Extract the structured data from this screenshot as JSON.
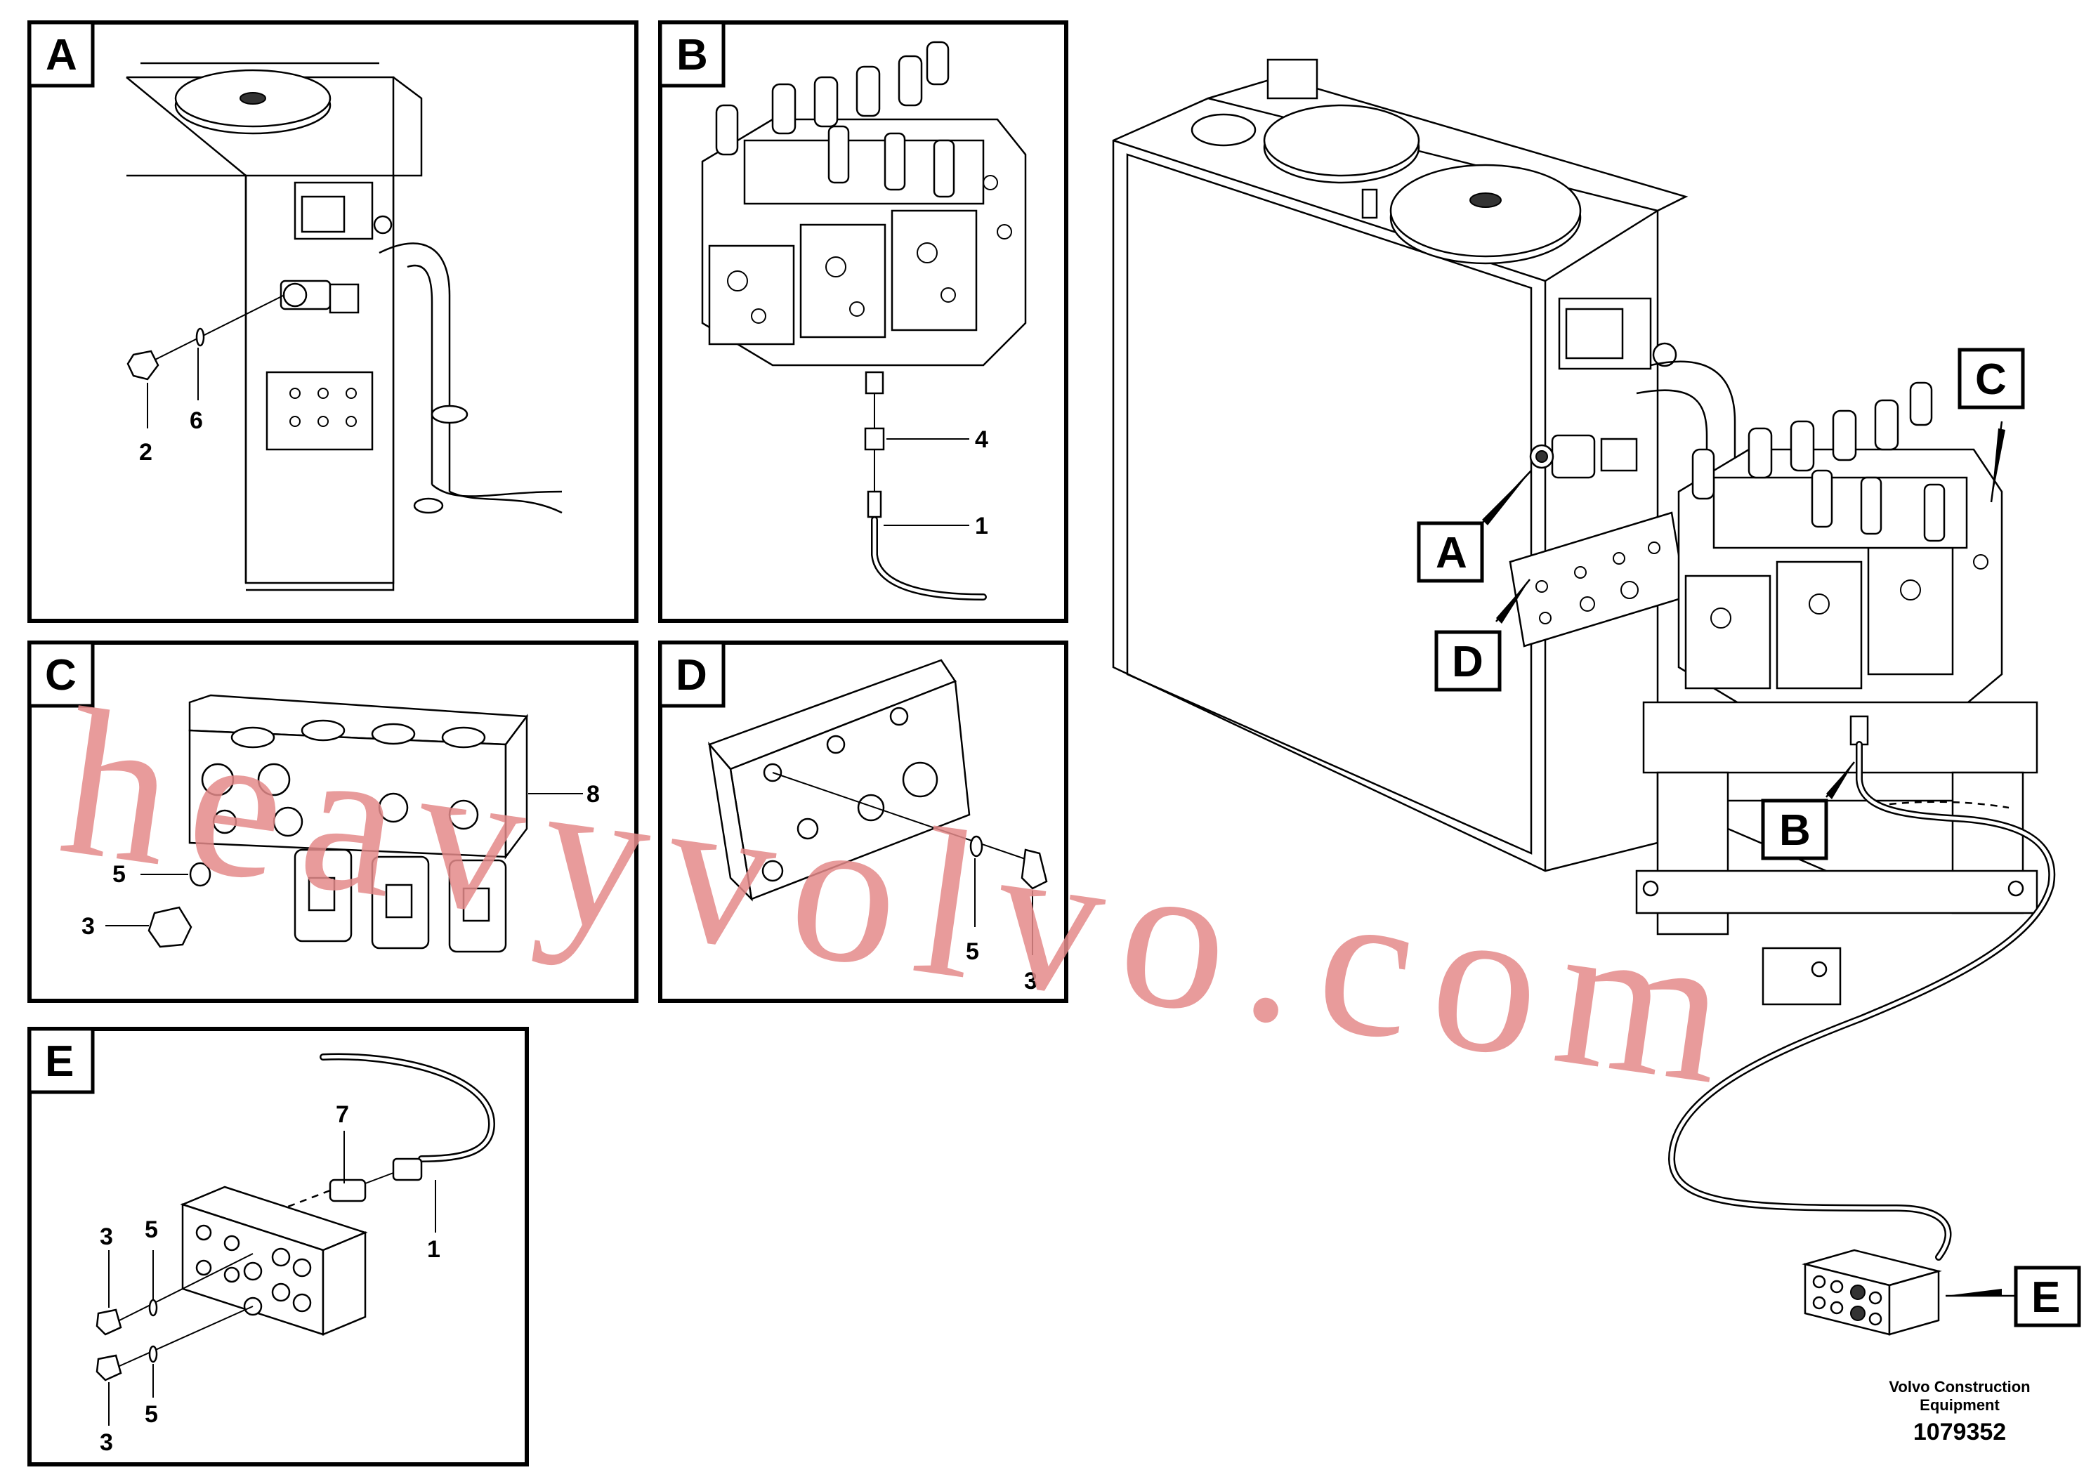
{
  "panels": {
    "A": {
      "label": "A",
      "callouts": [
        "2",
        "6"
      ]
    },
    "B": {
      "label": "B",
      "callouts": [
        "4",
        "1"
      ]
    },
    "C": {
      "label": "C",
      "callouts": [
        "8",
        "5",
        "3"
      ]
    },
    "D": {
      "label": "D",
      "callouts": [
        "5",
        "3"
      ]
    },
    "E": {
      "label": "E",
      "callouts": [
        "7",
        "1",
        "3",
        "5",
        "3",
        "5"
      ]
    }
  },
  "overview_tags": [
    "A",
    "B",
    "C",
    "D",
    "E"
  ],
  "footer": {
    "company_line1": "Volvo Construction",
    "company_line2": "Equipment",
    "drawing_number": "1079352"
  },
  "watermark": "heavyvolvo.com",
  "colors": {
    "line": "#000000",
    "watermark": "#e48a8a"
  }
}
